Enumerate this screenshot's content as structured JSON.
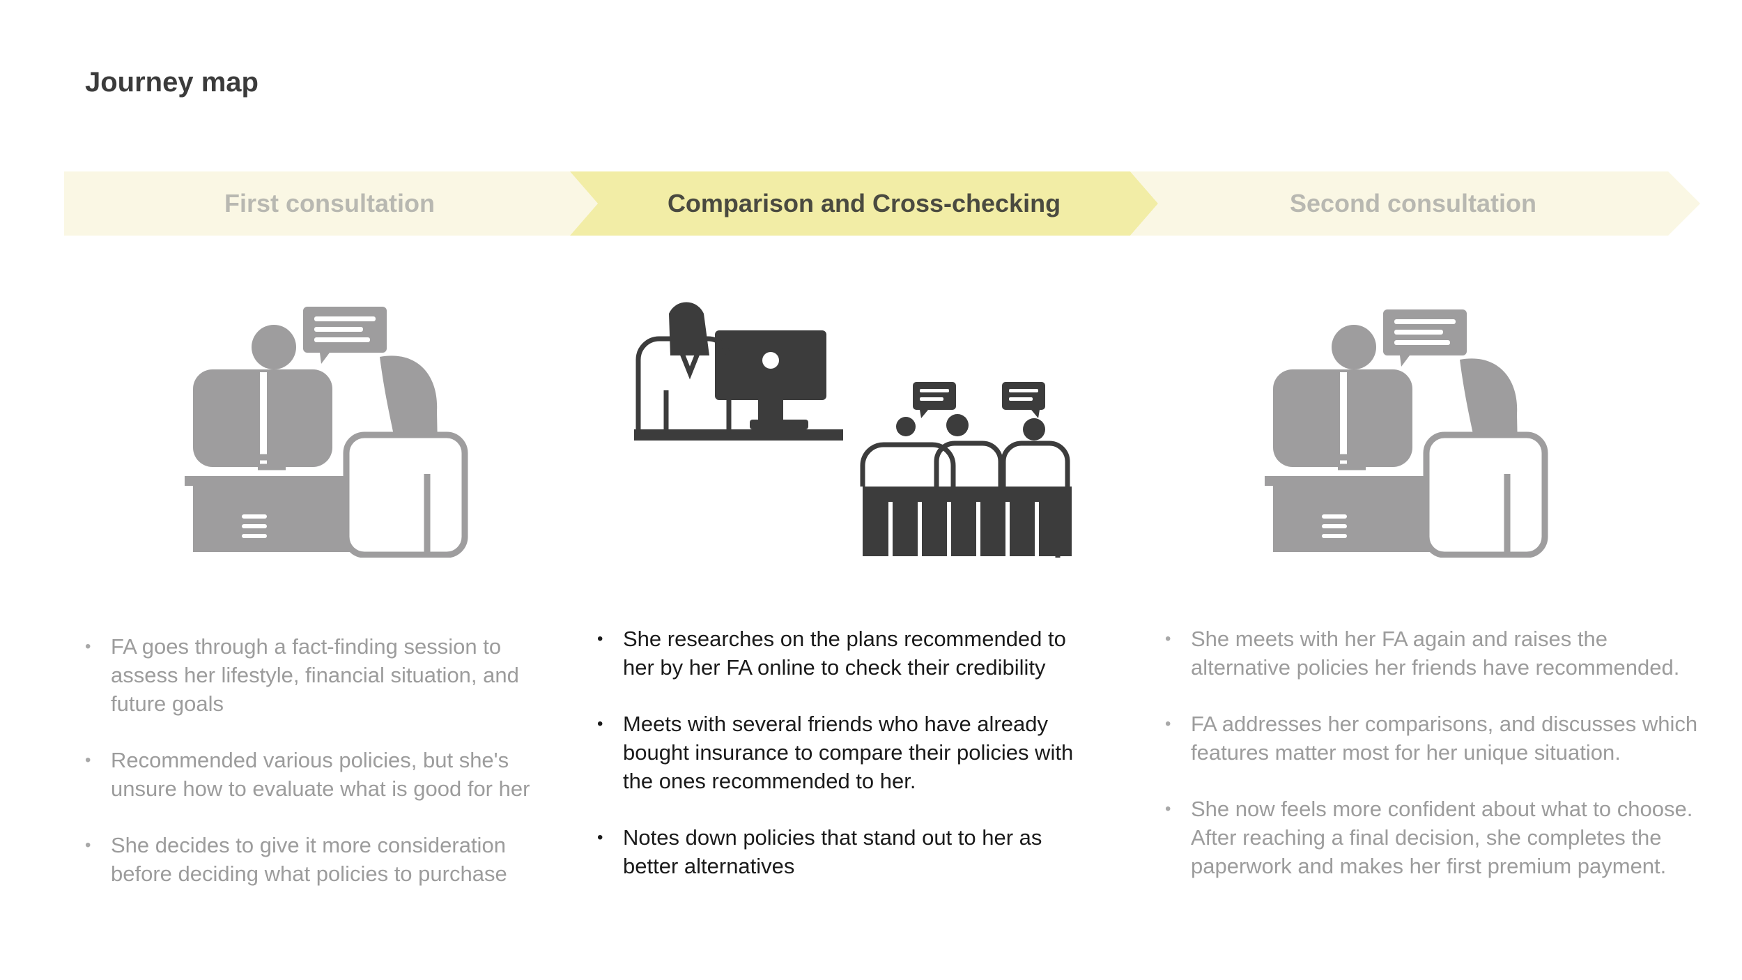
{
  "page": {
    "title": "Journey map"
  },
  "colors": {
    "stage_dim_fill": "#faf7e4",
    "stage_active_fill": "#f2eda6",
    "icon_grey": "#9e9d9e",
    "icon_dark": "#3c3c3c",
    "text_grey": "#9c9c9c",
    "text_dark": "#1a1a1a"
  },
  "stages": [
    {
      "label": "First consultation",
      "active": false,
      "icon": "advisor-meeting-icon",
      "bullets": [
        "FA goes through a fact-finding session to assess her lifestyle, financial situation, and future goals",
        "Recommended various policies, but she's unsure how to evaluate what is good for her",
        "She decides to give it more consideration before deciding what policies to purchase"
      ]
    },
    {
      "label": "Comparison and Cross-checking",
      "active": true,
      "icon": "online-research-and-friends-discussion-icon",
      "bullets": [
        "She researches on the plans recommended to her by her FA online to check their credibility",
        "Meets with several friends who have already bought insurance to compare their policies with the ones recommended to her.",
        "Notes down policies that stand out to her as better alternatives"
      ]
    },
    {
      "label": "Second consultation",
      "active": false,
      "icon": "advisor-meeting-icon",
      "bullets": [
        "She meets with her FA again and raises the alternative policies her friends have recommended.",
        "FA addresses her comparisons, and discusses which features matter most for her unique situation.",
        "She now feels more confident about what to choose. After reaching a final decision, she completes the paperwork and makes her first premium payment."
      ]
    }
  ]
}
